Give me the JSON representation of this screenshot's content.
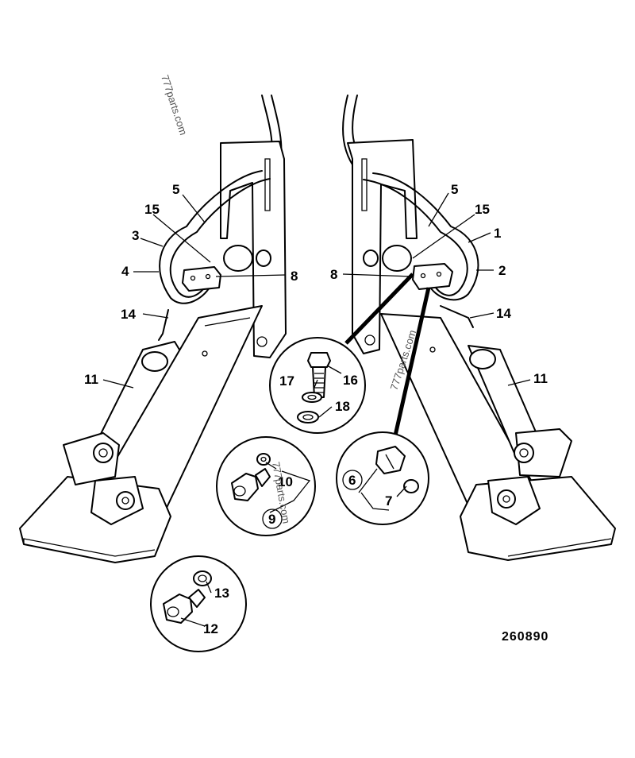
{
  "diagram": {
    "reference_number": "260890",
    "watermark": "777parts.com",
    "callouts": {
      "c1": "1",
      "c2": "2",
      "c3": "3",
      "c4": "4",
      "c5_left": "5",
      "c5_right": "5",
      "c6": "6",
      "c7": "7",
      "c8_left": "8",
      "c8_right": "8",
      "c9": "9",
      "c10": "10",
      "c11_left": "11",
      "c11_right": "11",
      "c12": "12",
      "c13": "13",
      "c14_left": "14",
      "c14_right": "14",
      "c15_left": "15",
      "c15_right": "15",
      "c16": "16",
      "c17": "17",
      "c18": "18"
    }
  }
}
